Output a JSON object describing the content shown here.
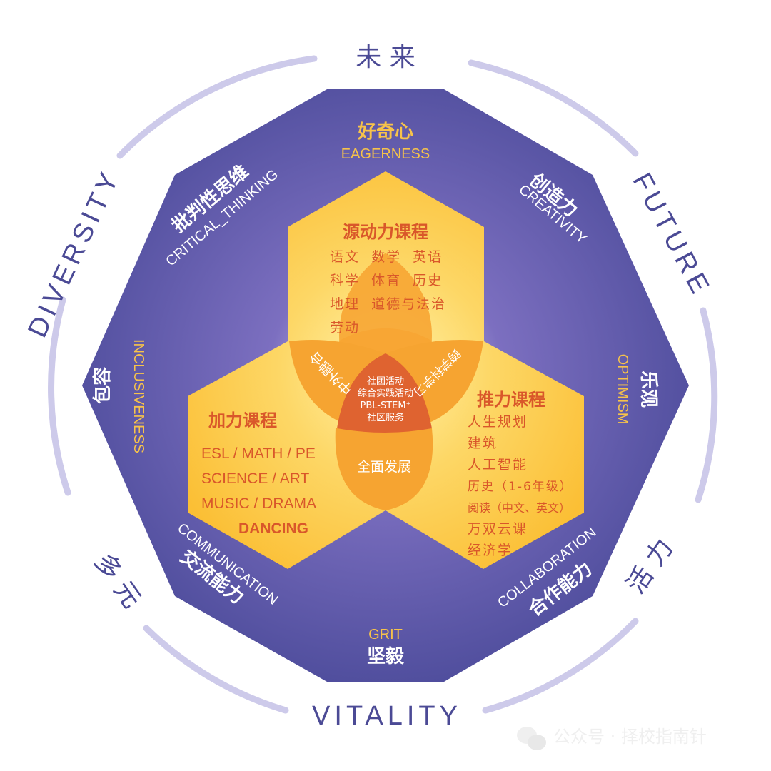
{
  "ring": {
    "top_cn": "未 来",
    "right_en": "FUTURE",
    "right_cn": "活 力",
    "bottom_en": "VITALITY",
    "left_cn": "多 元",
    "left_en": "DIVERSITY"
  },
  "traits": {
    "eagerness": {
      "cn": "好奇心",
      "en": "EAGERNESS"
    },
    "creativity": {
      "cn": "创造力",
      "en": "CREATIVITY"
    },
    "optimism": {
      "cn": "乐观",
      "en": "OPTIMISM"
    },
    "collaboration": {
      "cn": "合作能力",
      "en": "COLLABORATION"
    },
    "grit": {
      "cn": "坚毅",
      "en": "GRIT"
    },
    "communication": {
      "cn": "交流能力",
      "en": "COMMUNICATION"
    },
    "inclusiveness": {
      "cn": "包容",
      "en": "INCLUSIVENESS"
    },
    "critical_thinking": {
      "cn": "批判性思维",
      "en": "CRITICAL_THINKING"
    }
  },
  "core": {
    "title": "源动力课程",
    "items": [
      "语文  数学  英语",
      "科学  体育  历史",
      "地理  道德与法治",
      "劳动"
    ]
  },
  "plus": {
    "title": "加力课程",
    "items": [
      "ESL / MATH / PE",
      "SCIENCE / ART",
      "MUSIC / DRAMA",
      "DANCING"
    ]
  },
  "push": {
    "title": "推力课程",
    "items": [
      "人生规划",
      "建筑",
      "人工智能",
      "历史（1-6年级）",
      "阅读（中文、英文）",
      "万双云课",
      "经济学"
    ]
  },
  "overlaps": {
    "left": "中外融合",
    "right": "跨学科学习",
    "bottom": "全面发展",
    "center": [
      "社团活动",
      "综合实践活动",
      "PBL-STEM⁺",
      "社区服务"
    ]
  },
  "watermark": "公众号 · 择校指南针",
  "colors": {
    "octagon": "#4f4d9c",
    "hex": "#fbc43b",
    "petal": "#f7a533",
    "center": "#df6330",
    "ring": "#c9c6e6"
  }
}
